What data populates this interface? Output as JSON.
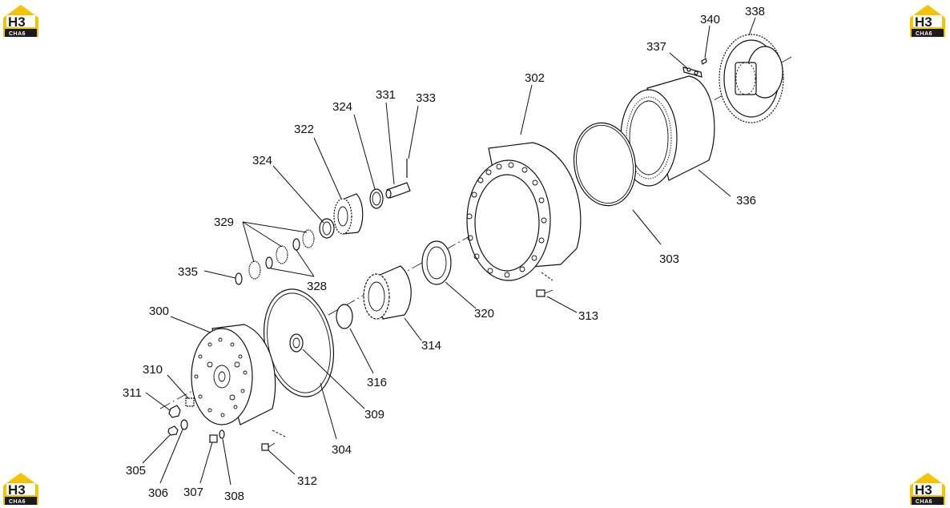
{
  "logo": {
    "main": "H3",
    "sub": "CHA6",
    "accent_color": "#f5c400"
  },
  "callouts": [
    {
      "id": "300",
      "text": "300"
    },
    {
      "id": "302",
      "text": "302"
    },
    {
      "id": "303",
      "text": "303"
    },
    {
      "id": "304",
      "text": "304"
    },
    {
      "id": "305",
      "text": "305"
    },
    {
      "id": "306",
      "text": "306"
    },
    {
      "id": "307",
      "text": "307"
    },
    {
      "id": "308",
      "text": "308"
    },
    {
      "id": "309",
      "text": "309"
    },
    {
      "id": "310",
      "text": "310"
    },
    {
      "id": "311",
      "text": "311"
    },
    {
      "id": "312",
      "text": "312"
    },
    {
      "id": "313",
      "text": "313"
    },
    {
      "id": "314",
      "text": "314"
    },
    {
      "id": "316",
      "text": "316"
    },
    {
      "id": "320",
      "text": "320"
    },
    {
      "id": "322",
      "text": "322"
    },
    {
      "id": "324a",
      "text": "324"
    },
    {
      "id": "324b",
      "text": "324"
    },
    {
      "id": "328",
      "text": "328"
    },
    {
      "id": "329",
      "text": "329"
    },
    {
      "id": "331",
      "text": "331"
    },
    {
      "id": "333",
      "text": "333"
    },
    {
      "id": "335",
      "text": "335"
    },
    {
      "id": "336",
      "text": "336"
    },
    {
      "id": "337",
      "text": "337"
    },
    {
      "id": "338",
      "text": "338"
    },
    {
      "id": "340",
      "text": "340"
    }
  ]
}
